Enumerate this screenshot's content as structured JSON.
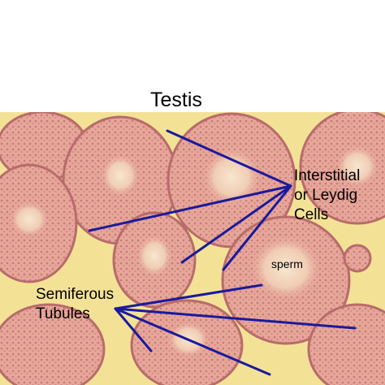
{
  "title": "Testis",
  "labels": {
    "interstitial": [
      "Interstitial",
      "or Leydig",
      "Cells"
    ],
    "sperm": "sperm",
    "semiferous": [
      "Semiferous",
      "Tubules"
    ]
  },
  "colors": {
    "background": "#ffffff",
    "tissue_bg": "#f3e296",
    "tubule_fill": "#e6a799",
    "tubule_border": "#b96b6b",
    "lumen": "#f2d2b6",
    "pointer_line": "#1a1a9c"
  }
}
